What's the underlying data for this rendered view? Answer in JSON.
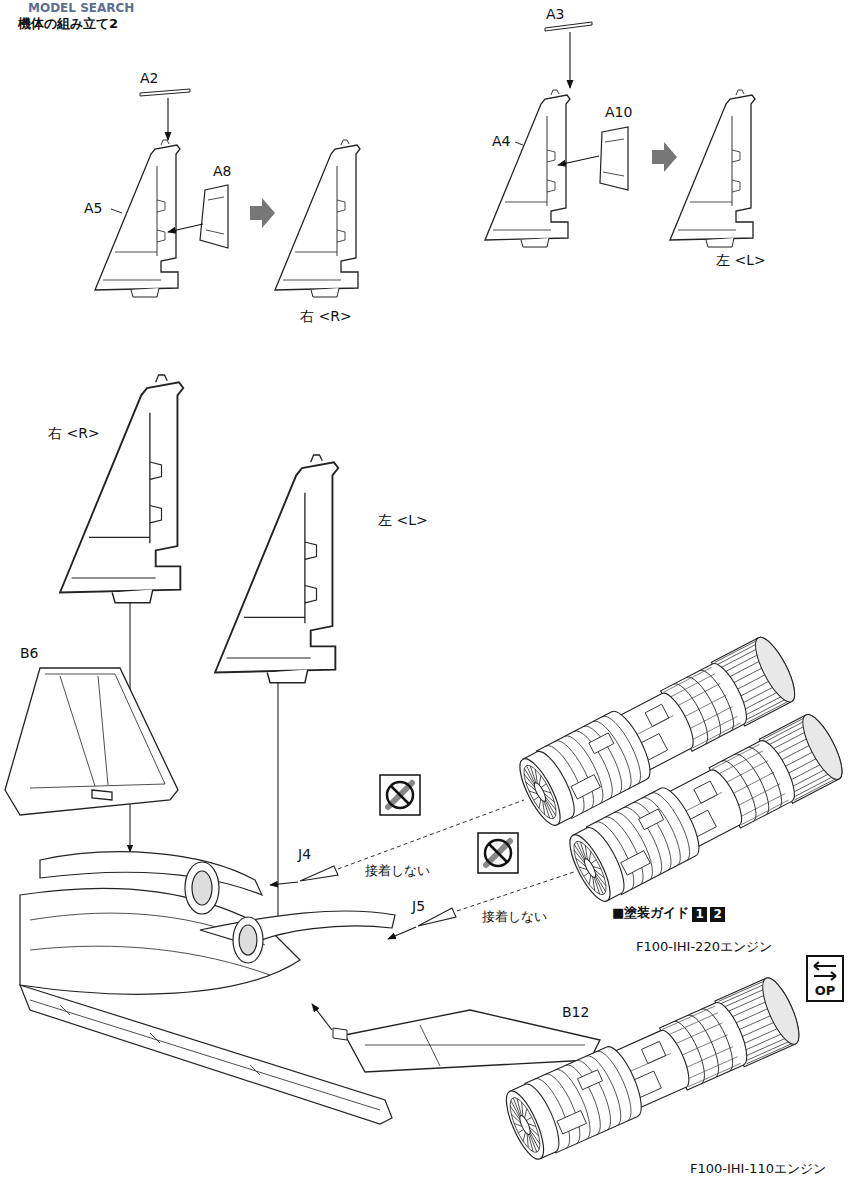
{
  "diagram": {
    "title": "機体の組み立て2",
    "nodes": [
      {
        "text": [
          "1"
        ]
      },
      {
        "text": [
          "2"
        ]
      },
      {
        "text": [
          "OP"
        ]
      }
    ],
    "labels": [
      "MODEL SEARCH",
      "A2",
      "A5",
      "A8",
      "右 <R>",
      "A3",
      "A4",
      "A10",
      "左 <L>",
      "右 <R>",
      "左 <L>",
      "B6",
      "J4",
      "接着しない",
      "J5",
      "接着しない",
      "B12",
      "■塗装ガイド",
      "F100-IHI-220エンジン",
      "F100-IHI-110エンジン"
    ]
  }
}
